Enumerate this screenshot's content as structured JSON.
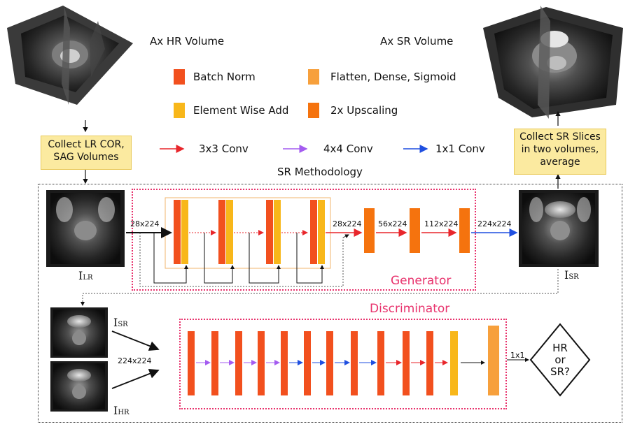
{
  "titles": {
    "ax_hr": "Ax HR Volume",
    "ax_sr": "Ax SR Volume",
    "methodology": "SR Methodology",
    "generator": "Generator",
    "discriminator": "Discriminator"
  },
  "legend": {
    "batch_norm": "Batch Norm",
    "flatten": "Flatten, Dense, Sigmoid",
    "element_add": "Element Wise Add",
    "upscaling": "2x Upscaling",
    "conv3": "3x3 Conv",
    "conv4": "4x4 Conv",
    "conv1": "1x1 Conv"
  },
  "boxes": {
    "collect_lr": [
      "Collect LR COR,",
      "SAG Volumes"
    ],
    "collect_sr": [
      "Collect SR Slices",
      "in two volumes,",
      "average"
    ]
  },
  "dims": {
    "g_in": "28x224",
    "g_mid": "28x224",
    "g_56": "56x224",
    "g_112": "112x224",
    "g_out": "224x224",
    "d_in": "224x224",
    "d_out": "1x1"
  },
  "image_labels": {
    "lr": {
      "main": "I",
      "sub": "LR"
    },
    "sr": {
      "main": "I",
      "sub": "SR"
    },
    "sr2": {
      "main": "I",
      "sub": "SR"
    },
    "hr": {
      "main": "I",
      "sub": "HR"
    }
  },
  "decision": [
    "HR",
    "or",
    "SR?"
  ],
  "colors": {
    "batch_norm": "#f2501e",
    "element_add": "#f8b71a",
    "flatten": "#f7a03c",
    "upscaling": "#f5730e",
    "conv3": "#e8262b",
    "conv4": "#a45cf0",
    "conv1": "#1f4fe0",
    "pink": "#e8336d"
  }
}
